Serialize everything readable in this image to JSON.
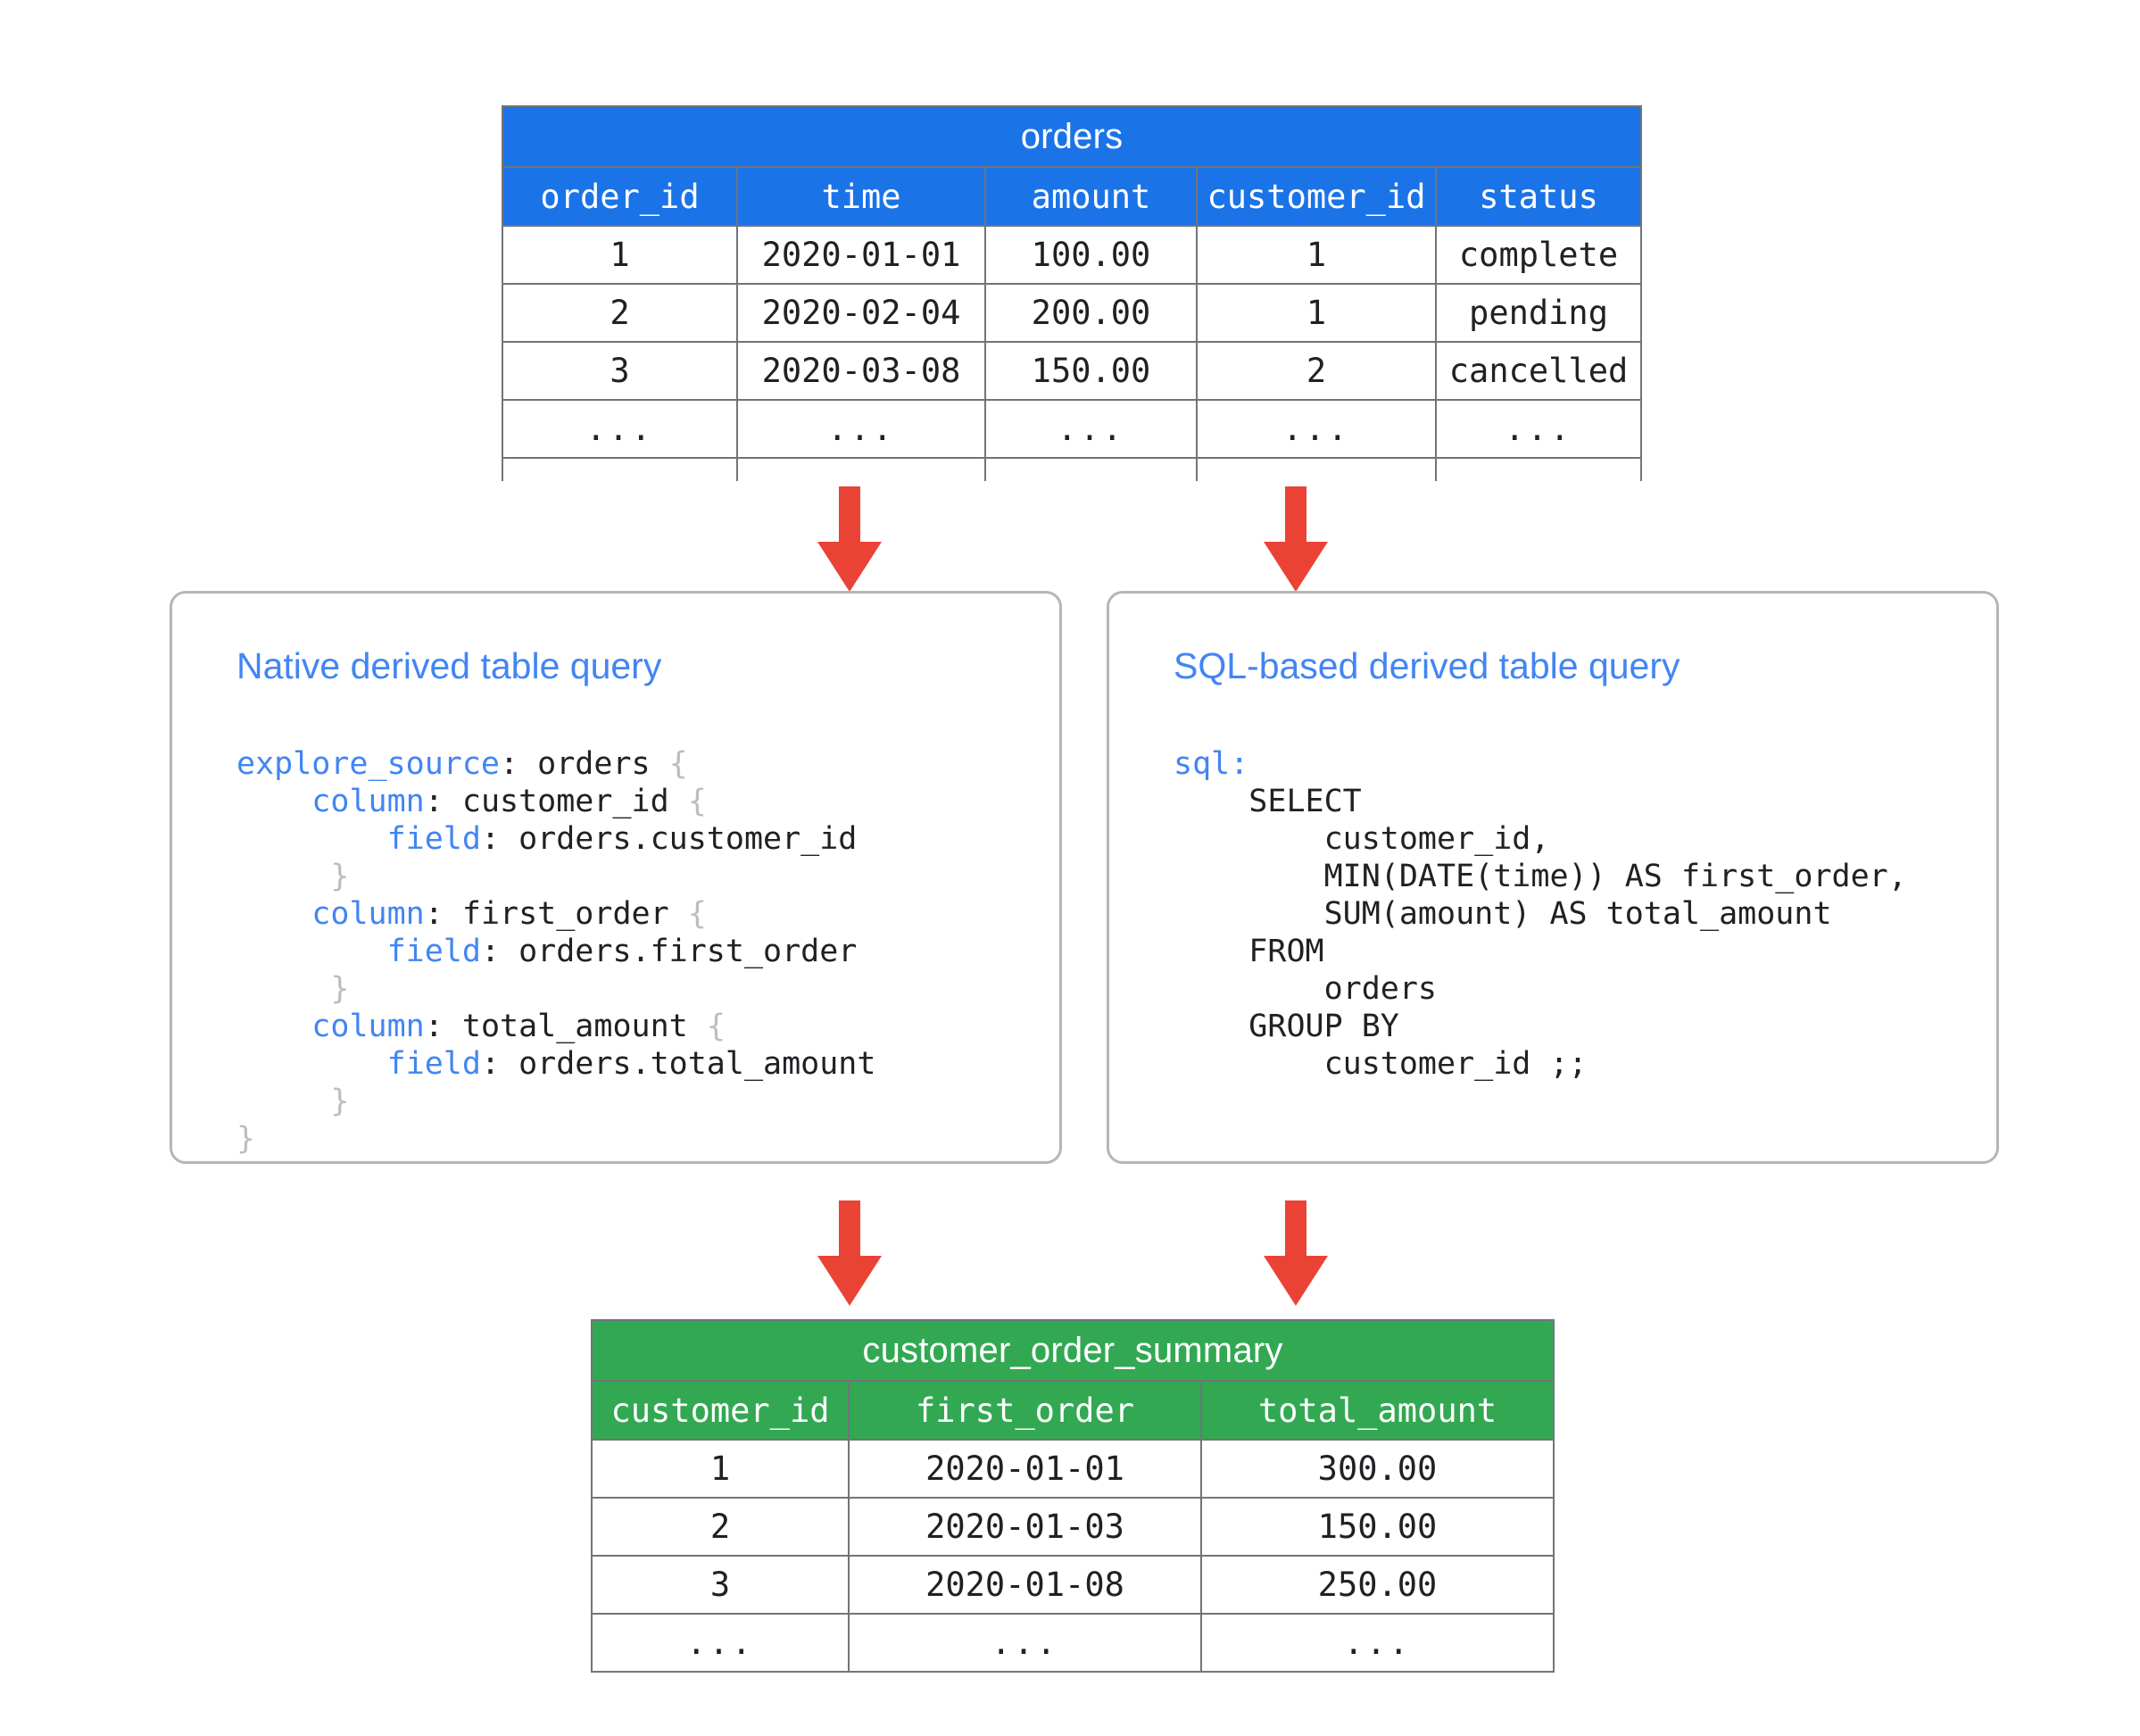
{
  "colors": {
    "source_table_header": "#1b73e8",
    "result_table_header": "#33a853",
    "arrow": "#ea4335",
    "card_heading": "#4285f4",
    "grid_line": "#70757a",
    "card_border": "#b6b6b6"
  },
  "source_table": {
    "title": "orders",
    "columns": [
      "order_id",
      "time",
      "amount",
      "customer_id",
      "status"
    ],
    "rows": [
      [
        "1",
        "2020-01-01",
        "100.00",
        "1",
        "complete"
      ],
      [
        "2",
        "2020-02-04",
        "200.00",
        "1",
        "pending"
      ],
      [
        "3",
        "2020-03-08",
        "150.00",
        "2",
        "cancelled"
      ],
      [
        "...",
        "...",
        "...",
        "...",
        "..."
      ]
    ]
  },
  "result_table": {
    "title": "customer_order_summary",
    "columns": [
      "customer_id",
      "first_order",
      "total_amount"
    ],
    "rows": [
      [
        "1",
        "2020-01-01",
        "300.00"
      ],
      [
        "2",
        "2020-01-03",
        "150.00"
      ],
      [
        "3",
        "2020-01-08",
        "250.00"
      ],
      [
        "...",
        "...",
        "..."
      ]
    ]
  },
  "native_card": {
    "heading": "Native derived table query",
    "code_lines": [
      {
        "indent": 0,
        "parts": [
          {
            "t": "explore_source",
            "c": "kw"
          },
          {
            "t": ": orders ",
            "c": ""
          },
          {
            "t": "{",
            "c": "brace"
          }
        ]
      },
      {
        "indent": 1,
        "parts": [
          {
            "t": "column",
            "c": "kw"
          },
          {
            "t": ": customer_id ",
            "c": ""
          },
          {
            "t": "{",
            "c": "brace"
          }
        ]
      },
      {
        "indent": 2,
        "parts": [
          {
            "t": "field",
            "c": "kw"
          },
          {
            "t": ": orders.customer_id",
            "c": ""
          }
        ]
      },
      {
        "indent": 1,
        "parts": [
          {
            "t": " }",
            "c": "brace"
          }
        ]
      },
      {
        "indent": 1,
        "parts": [
          {
            "t": "column",
            "c": "kw"
          },
          {
            "t": ": first_order ",
            "c": ""
          },
          {
            "t": "{",
            "c": "brace"
          }
        ]
      },
      {
        "indent": 2,
        "parts": [
          {
            "t": "field",
            "c": "kw"
          },
          {
            "t": ": orders.first_order",
            "c": ""
          }
        ]
      },
      {
        "indent": 1,
        "parts": [
          {
            "t": " }",
            "c": "brace"
          }
        ]
      },
      {
        "indent": 1,
        "parts": [
          {
            "t": "column",
            "c": "kw"
          },
          {
            "t": ": total_amount ",
            "c": ""
          },
          {
            "t": "{",
            "c": "brace"
          }
        ]
      },
      {
        "indent": 2,
        "parts": [
          {
            "t": "field",
            "c": "kw"
          },
          {
            "t": ": orders.total_amount",
            "c": ""
          }
        ]
      },
      {
        "indent": 1,
        "parts": [
          {
            "t": " }",
            "c": "brace"
          }
        ]
      },
      {
        "indent": 0,
        "parts": [
          {
            "t": "}",
            "c": "brace"
          }
        ]
      }
    ]
  },
  "sql_card": {
    "heading": "SQL-based derived table query",
    "code_lines": [
      {
        "indent": 0,
        "parts": [
          {
            "t": "sql:",
            "c": "kw"
          }
        ]
      },
      {
        "indent": 1,
        "parts": [
          {
            "t": "SELECT",
            "c": ""
          }
        ]
      },
      {
        "indent": 2,
        "parts": [
          {
            "t": "customer_id,",
            "c": ""
          }
        ]
      },
      {
        "indent": 2,
        "parts": [
          {
            "t": "MIN(DATE(time)) AS first_order,",
            "c": ""
          }
        ]
      },
      {
        "indent": 2,
        "parts": [
          {
            "t": "SUM(amount) AS total_amount",
            "c": ""
          }
        ]
      },
      {
        "indent": 1,
        "parts": [
          {
            "t": "FROM",
            "c": ""
          }
        ]
      },
      {
        "indent": 2,
        "parts": [
          {
            "t": "orders",
            "c": ""
          }
        ]
      },
      {
        "indent": 1,
        "parts": [
          {
            "t": "GROUP BY",
            "c": ""
          }
        ]
      },
      {
        "indent": 2,
        "parts": [
          {
            "t": "customer_id ;;",
            "c": ""
          }
        ]
      }
    ]
  },
  "arrows": [
    {
      "name": "orders-to-native",
      "from": "orders",
      "to": "native_card"
    },
    {
      "name": "orders-to-sql",
      "from": "orders",
      "to": "sql_card"
    },
    {
      "name": "native-to-summary",
      "from": "native_card",
      "to": "customer_order_summary"
    },
    {
      "name": "sql-to-summary",
      "from": "sql_card",
      "to": "customer_order_summary"
    }
  ]
}
